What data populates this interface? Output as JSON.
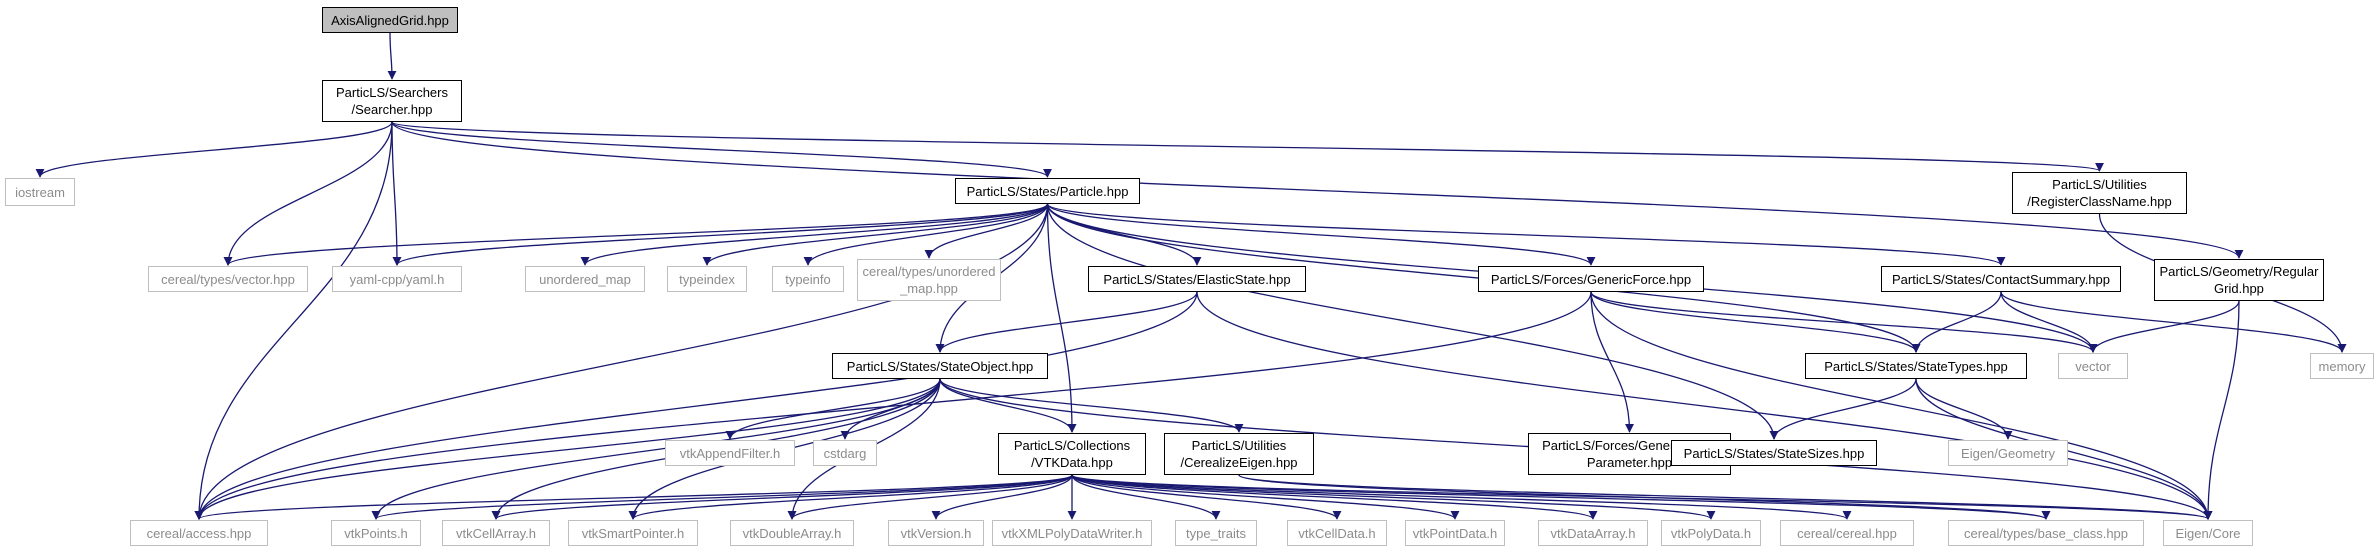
{
  "diagram": {
    "edge_color": "#191970",
    "root_fill": "#bfbfbf",
    "external_border": "#bfbfbf",
    "nodes": [
      {
        "id": "axis",
        "label": "AxisAlignedGrid.hpp",
        "kind": "root"
      },
      {
        "id": "searcher",
        "label": "ParticLS/Searchers\n/Searcher.hpp",
        "kind": "file"
      },
      {
        "id": "iostream",
        "label": "iostream",
        "kind": "external"
      },
      {
        "id": "particle",
        "label": "ParticLS/States/Particle.hpp",
        "kind": "file"
      },
      {
        "id": "regclass",
        "label": "ParticLS/Utilities\n/RegisterClassName.hpp",
        "kind": "file"
      },
      {
        "id": "cvector",
        "label": "cereal/types/vector.hpp",
        "kind": "external"
      },
      {
        "id": "yaml",
        "label": "yaml-cpp/yaml.h",
        "kind": "external"
      },
      {
        "id": "umap",
        "label": "unordered_map",
        "kind": "external"
      },
      {
        "id": "typeindex",
        "label": "typeindex",
        "kind": "external"
      },
      {
        "id": "typeinfo",
        "label": "typeinfo",
        "kind": "external"
      },
      {
        "id": "cumap",
        "label": "cereal/types/unordered\n_map.hpp",
        "kind": "external"
      },
      {
        "id": "elastic",
        "label": "ParticLS/States/ElasticState.hpp",
        "kind": "file"
      },
      {
        "id": "genforce",
        "label": "ParticLS/Forces/GenericForce.hpp",
        "kind": "file"
      },
      {
        "id": "contact",
        "label": "ParticLS/States/ContactSummary.hpp",
        "kind": "file"
      },
      {
        "id": "reggrid",
        "label": "ParticLS/Geometry/Regular\nGrid.hpp",
        "kind": "file"
      },
      {
        "id": "vector",
        "label": "vector",
        "kind": "external"
      },
      {
        "id": "memory",
        "label": "memory",
        "kind": "external"
      },
      {
        "id": "stateobj",
        "label": "ParticLS/States/StateObject.hpp",
        "kind": "file"
      },
      {
        "id": "gfparam",
        "label": "ParticLS/Forces/GenericForce\nParameter.hpp",
        "kind": "file"
      },
      {
        "id": "statetypes",
        "label": "ParticLS/States/StateTypes.hpp",
        "kind": "file"
      },
      {
        "id": "vtkappend",
        "label": "vtkAppendFilter.h",
        "kind": "external"
      },
      {
        "id": "cstdarg",
        "label": "cstdarg",
        "kind": "external"
      },
      {
        "id": "vtkdata",
        "label": "ParticLS/Collections\n/VTKData.hpp",
        "kind": "file"
      },
      {
        "id": "cereigen",
        "label": "ParticLS/Utilities\n/CerealizeEigen.hpp",
        "kind": "file"
      },
      {
        "id": "statesizes",
        "label": "ParticLS/States/StateSizes.hpp",
        "kind": "file"
      },
      {
        "id": "eigengeo",
        "label": "Eigen/Geometry",
        "kind": "external"
      },
      {
        "id": "caccess",
        "label": "cereal/access.hpp",
        "kind": "external"
      },
      {
        "id": "vtkpoints",
        "label": "vtkPoints.h",
        "kind": "external"
      },
      {
        "id": "vtkcellarray",
        "label": "vtkCellArray.h",
        "kind": "external"
      },
      {
        "id": "vtksmart",
        "label": "vtkSmartPointer.h",
        "kind": "external"
      },
      {
        "id": "vtkdouble",
        "label": "vtkDoubleArray.h",
        "kind": "external"
      },
      {
        "id": "vtkversion",
        "label": "vtkVersion.h",
        "kind": "external"
      },
      {
        "id": "vtkxml",
        "label": "vtkXMLPolyDataWriter.h",
        "kind": "external"
      },
      {
        "id": "typetraits",
        "label": "type_traits",
        "kind": "external"
      },
      {
        "id": "vtkcelldata",
        "label": "vtkCellData.h",
        "kind": "external"
      },
      {
        "id": "vtkpointdata",
        "label": "vtkPointData.h",
        "kind": "external"
      },
      {
        "id": "vtkdataarray",
        "label": "vtkDataArray.h",
        "kind": "external"
      },
      {
        "id": "vtkpolydata",
        "label": "vtkPolyData.h",
        "kind": "external"
      },
      {
        "id": "ccereal",
        "label": "cereal/cereal.hpp",
        "kind": "external"
      },
      {
        "id": "cbase",
        "label": "cereal/types/base_class.hpp",
        "kind": "external"
      },
      {
        "id": "eigencore",
        "label": "Eigen/Core",
        "kind": "external"
      }
    ],
    "edges": [
      [
        "axis",
        "searcher"
      ],
      [
        "searcher",
        "iostream"
      ],
      [
        "searcher",
        "caccess"
      ],
      [
        "searcher",
        "cvector"
      ],
      [
        "searcher",
        "yaml"
      ],
      [
        "searcher",
        "particle"
      ],
      [
        "searcher",
        "regclass"
      ],
      [
        "searcher",
        "reggrid"
      ],
      [
        "particle",
        "caccess"
      ],
      [
        "particle",
        "cvector"
      ],
      [
        "particle",
        "yaml"
      ],
      [
        "particle",
        "umap"
      ],
      [
        "particle",
        "typeindex"
      ],
      [
        "particle",
        "typeinfo"
      ],
      [
        "particle",
        "cumap"
      ],
      [
        "particle",
        "elastic"
      ],
      [
        "particle",
        "stateobj"
      ],
      [
        "particle",
        "vtkdata"
      ],
      [
        "particle",
        "genforce"
      ],
      [
        "particle",
        "statesizes"
      ],
      [
        "particle",
        "statetypes"
      ],
      [
        "particle",
        "contact"
      ],
      [
        "particle",
        "vector"
      ],
      [
        "regclass",
        "memory"
      ],
      [
        "elastic",
        "caccess"
      ],
      [
        "elastic",
        "stateobj"
      ],
      [
        "elastic",
        "eigencore"
      ],
      [
        "genforce",
        "caccess"
      ],
      [
        "genforce",
        "gfparam"
      ],
      [
        "genforce",
        "statetypes"
      ],
      [
        "genforce",
        "vector"
      ],
      [
        "genforce",
        "eigencore"
      ],
      [
        "contact",
        "statetypes"
      ],
      [
        "contact",
        "vector"
      ],
      [
        "contact",
        "memory"
      ],
      [
        "reggrid",
        "vector"
      ],
      [
        "reggrid",
        "eigencore"
      ],
      [
        "stateobj",
        "caccess"
      ],
      [
        "stateobj",
        "vtkpoints"
      ],
      [
        "stateobj",
        "vtkcellarray"
      ],
      [
        "stateobj",
        "vtksmart"
      ],
      [
        "stateobj",
        "vtkdouble"
      ],
      [
        "stateobj",
        "vtkappend"
      ],
      [
        "stateobj",
        "cstdarg"
      ],
      [
        "stateobj",
        "vtkdata"
      ],
      [
        "stateobj",
        "cereigen"
      ],
      [
        "stateobj",
        "eigencore"
      ],
      [
        "statetypes",
        "statesizes"
      ],
      [
        "statetypes",
        "eigengeo"
      ],
      [
        "statetypes",
        "eigencore"
      ],
      [
        "vtkdata",
        "caccess"
      ],
      [
        "vtkdata",
        "vtkpoints"
      ],
      [
        "vtkdata",
        "vtkcellarray"
      ],
      [
        "vtkdata",
        "vtksmart"
      ],
      [
        "vtkdata",
        "vtkdouble"
      ],
      [
        "vtkdata",
        "vtkversion"
      ],
      [
        "vtkdata",
        "vtkxml"
      ],
      [
        "vtkdata",
        "typetraits"
      ],
      [
        "vtkdata",
        "vtkcelldata"
      ],
      [
        "vtkdata",
        "vtkpointdata"
      ],
      [
        "vtkdata",
        "vtkdataarray"
      ],
      [
        "vtkdata",
        "vtkpolydata"
      ],
      [
        "vtkdata",
        "ccereal"
      ],
      [
        "vtkdata",
        "cbase"
      ],
      [
        "vtkdata",
        "eigencore"
      ],
      [
        "cereigen",
        "cbase"
      ],
      [
        "cereigen",
        "eigencore"
      ]
    ]
  }
}
